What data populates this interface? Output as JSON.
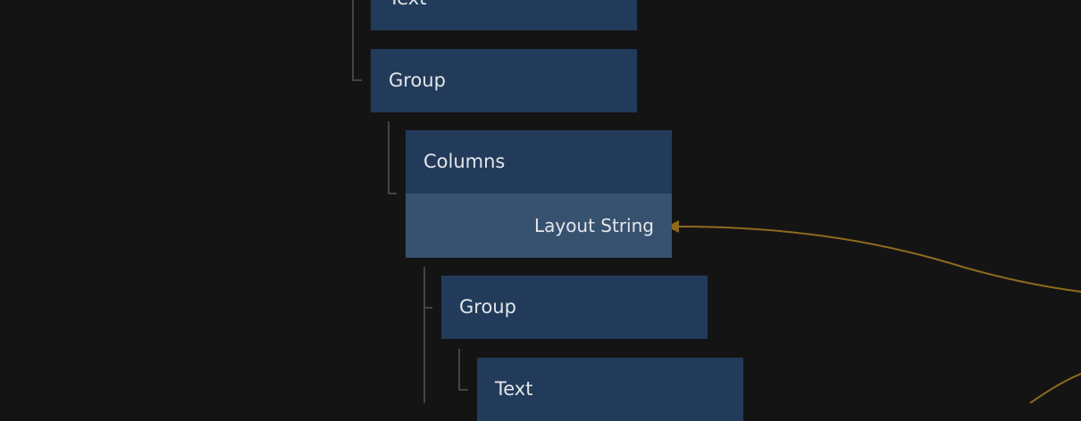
{
  "nodes": [
    {
      "label": "Text"
    },
    {
      "label": "Group"
    },
    {
      "label": "Columns",
      "port": "Layout String"
    },
    {
      "label": "Group"
    },
    {
      "label": "Text"
    }
  ],
  "colors": {
    "background": "#141414",
    "node": "#223b5a",
    "port": "#37526f",
    "wire": "#8d6a1f",
    "tree_line": "#555555"
  }
}
